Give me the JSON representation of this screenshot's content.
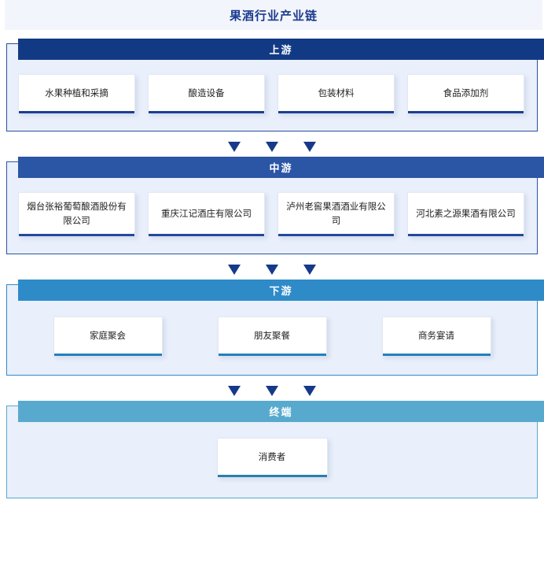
{
  "page": {
    "title": "果酒行业产业链",
    "title_color": "#1b3a8c",
    "background": "#ffffff"
  },
  "arrows": {
    "glyph": "▼",
    "color": "#16398a",
    "count": 3
  },
  "sections": [
    {
      "key": "upstream",
      "header": "上游",
      "header_color": "#123a84",
      "body_color": "#e9effb",
      "accent": "#1b3f94",
      "cards": [
        {
          "label": "水果种植和采摘"
        },
        {
          "label": "酿造设备"
        },
        {
          "label": "包装材料"
        },
        {
          "label": "食品添加剂"
        }
      ]
    },
    {
      "key": "midstream",
      "header": "中游",
      "header_color": "#2b55a5",
      "body_color": "#e9effb",
      "accent": "#24499b",
      "cards": [
        {
          "label": "烟台张裕葡萄酿酒股份有限公司"
        },
        {
          "label": "重庆江记酒庄有限公司"
        },
        {
          "label": "泸州老窖果酒酒业有限公司"
        },
        {
          "label": "河北素之源果酒有限公司"
        }
      ]
    },
    {
      "key": "downstream",
      "header": "下游",
      "header_color": "#2e8bc8",
      "body_color": "#e9effb",
      "accent": "#2280bd",
      "cards": [
        {
          "label": "家庭聚会"
        },
        {
          "label": "朋友聚餐"
        },
        {
          "label": "商务宴请"
        }
      ]
    },
    {
      "key": "terminal",
      "header": "终端",
      "header_color": "#57aacd",
      "body_color": "#e9effb",
      "accent": "#2b7fa8",
      "cards": [
        {
          "label": "消费者"
        }
      ]
    }
  ]
}
